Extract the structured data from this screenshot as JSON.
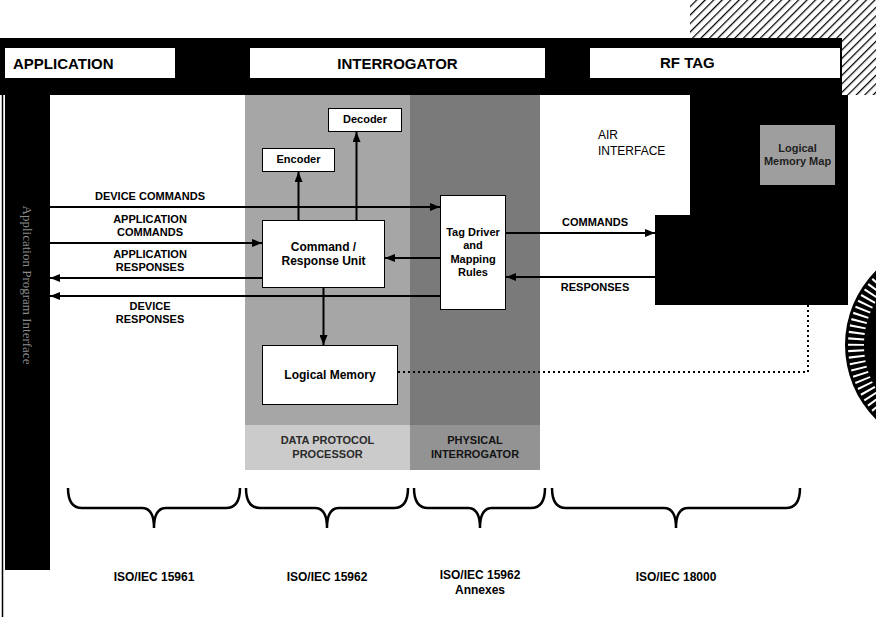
{
  "diagram": {
    "nodes": [
      {
        "text": [
          "APPLICATION"
        ]
      },
      {
        "text": [
          "INTERROGATOR"
        ]
      },
      {
        "text": [
          "Application Program Interface"
        ]
      },
      {
        "text": [
          "DATA PROTOCOL PROCESSOR"
        ]
      },
      {
        "text": [
          "Decoder"
        ],
        "in": 3
      },
      {
        "text": [
          "Encoder"
        ],
        "in": 3
      },
      {
        "text": [
          "Command / Response Unit"
        ],
        "in": 3
      },
      {
        "text": [
          "Logical Memory"
        ],
        "in": 3
      },
      {
        "text": [
          "PHYSICAL INTERROGATOR"
        ]
      },
      {
        "text": [
          "Tag Driver and Mapping Rules"
        ],
        "in": 8
      },
      {
        "text": [
          "RF TAG"
        ]
      },
      {
        "text": [
          "Logical Memory Map"
        ],
        "in": 10
      }
    ],
    "edges": [
      {
        "from": 2,
        "to": 9,
        "label": "DEVICE COMMANDS",
        "arrow": "to"
      },
      {
        "from": 2,
        "to": 6,
        "label": "APPLICATION COMMANDS",
        "arrow": "to"
      },
      {
        "from": 6,
        "to": 2,
        "label": "APPLICATION RESPONSES",
        "arrow": "to"
      },
      {
        "from": 9,
        "to": 2,
        "label": "DEVICE RESPONSES",
        "arrow": "to"
      },
      {
        "from": 6,
        "to": 5,
        "arrow": "to"
      },
      {
        "from": 6,
        "to": 4,
        "arrow": "to"
      },
      {
        "from": 6,
        "to": 7,
        "arrow": "to"
      },
      {
        "from": 9,
        "to": 6,
        "arrow": "to"
      },
      {
        "from": 9,
        "to": 10,
        "label": "COMMANDS",
        "arrow": "to"
      },
      {
        "from": 10,
        "to": 9,
        "label": "RESPONSES",
        "arrow": "to"
      },
      {
        "from": 7,
        "to": 10,
        "arrow": "none"
      }
    ],
    "labels": [
      "AIR INTERFACE",
      "ISO/IEC 15961",
      "ISO/IEC 15962",
      "ISO/IEC 15962 Annexes",
      "ISO/IEC 18000"
    ]
  }
}
